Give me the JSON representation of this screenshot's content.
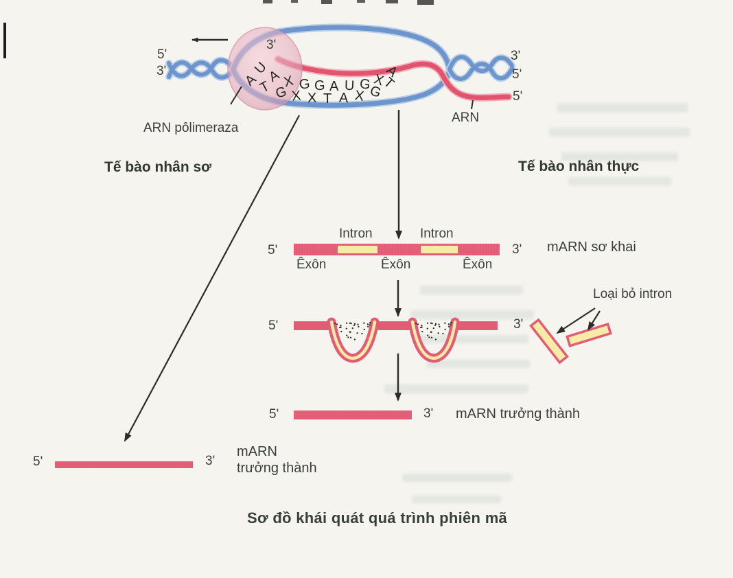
{
  "colors": {
    "dna_blue": "#6e95cb",
    "rna_pink": "#e0546e",
    "bar_pink": "#e25c76",
    "intron_yellow": "#f7eba8",
    "polymerase_pink": "#e7afc0",
    "text_dark": "#3a3f39"
  },
  "transcription_complex": {
    "left_end_top": "5'",
    "left_end_bottom": "3'",
    "nascent_rna_end": "3'",
    "rna_letters": "UAXGGAUGXA",
    "template_letters": "ATGXXTAXGT",
    "right_end_top": "3'",
    "right_end_bottom": "5'",
    "rna_exit_end": "5'",
    "polymerase_label": "ARN pôlimeraza",
    "rna_label": "ARN"
  },
  "branches": {
    "prokaryote": "Tế bào nhân sơ",
    "eukaryote": "Tế bào nhân thực"
  },
  "primary_mrna": {
    "five_prime": "5'",
    "three_prime": "3'",
    "introns": [
      "Intron",
      "Intron"
    ],
    "exons": [
      "Êxôn",
      "Êxôn",
      "Êxôn"
    ],
    "name": "mARN sơ khai"
  },
  "splicing": {
    "five_prime": "5'",
    "three_prime": "3'",
    "remove_intron_label": "Loại bỏ intron"
  },
  "mature_mrna": {
    "five_prime": "5'",
    "three_prime": "3'",
    "name": "mARN trưởng thành"
  },
  "prokaryote_mrna": {
    "five_prime": "5'",
    "three_prime": "3'",
    "name_line1": "mARN",
    "name_line2": "trưởng thành"
  },
  "caption": "Sơ đồ khái quát quá trình phiên mã"
}
